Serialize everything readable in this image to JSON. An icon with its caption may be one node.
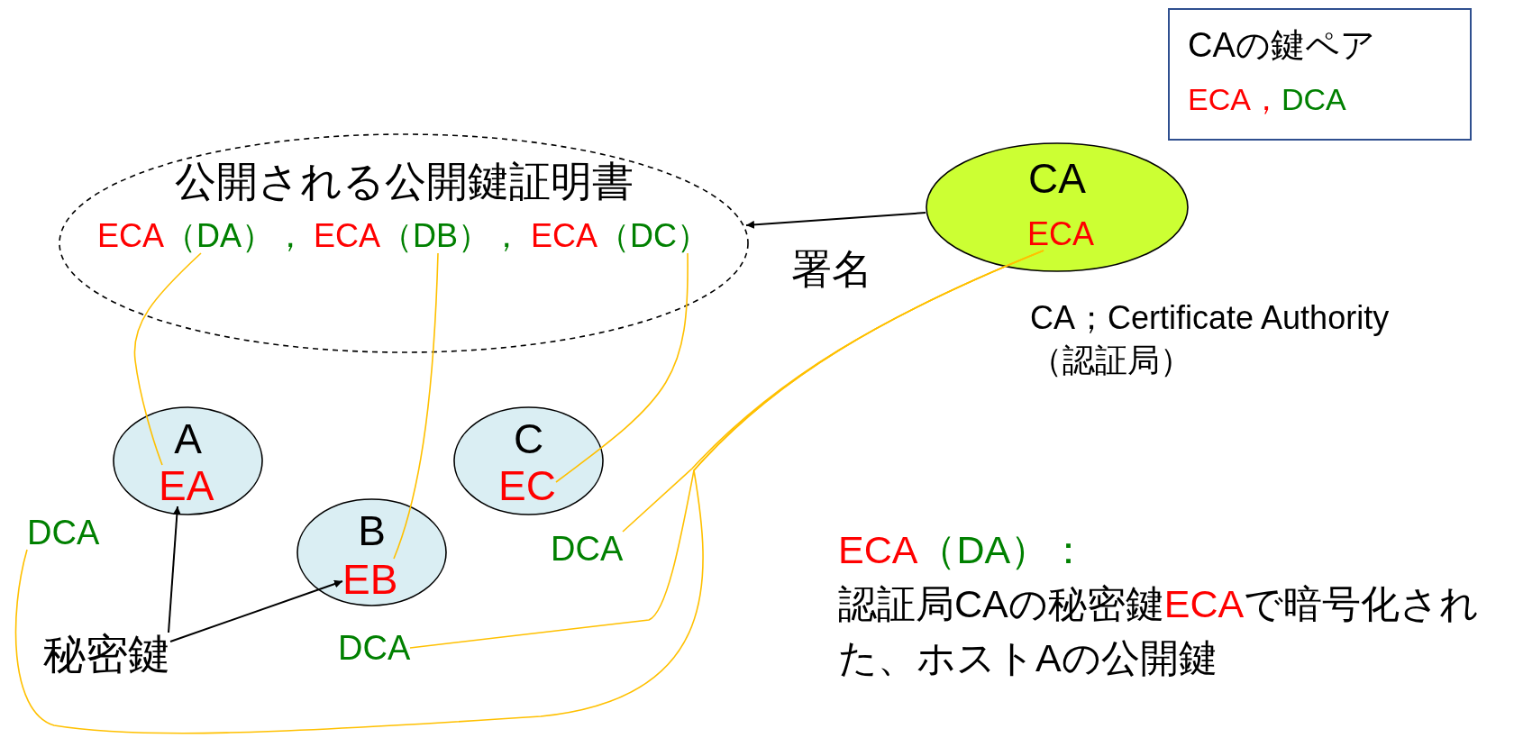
{
  "diagram": {
    "nodes": [
      {
        "text": [
          "公開される公開鍵証明書"
        ]
      },
      {
        "text": [
          "ECA",
          "（DA），"
        ],
        "in": 0
      },
      {
        "text": [
          "ECA",
          "（DB），"
        ],
        "in": 0
      },
      {
        "text": [
          "ECA",
          "（DC）"
        ],
        "in": 0
      },
      {
        "text": [
          "CA"
        ],
        "beside": [
          "CA；Certificate Authority （認証局）"
        ]
      },
      {
        "text": [
          "ECA"
        ],
        "in": 4
      },
      {
        "text": [
          "A"
        ]
      },
      {
        "text": [
          "EA"
        ],
        "in": 6
      },
      {
        "text": [
          "B"
        ]
      },
      {
        "text": [
          "EB"
        ],
        "in": 8
      },
      {
        "text": [
          "C"
        ]
      },
      {
        "text": [
          "EC"
        ],
        "in": 10
      },
      {
        "text": [
          "秘密鍵"
        ]
      },
      {
        "text": [
          "DCA"
        ]
      },
      {
        "text": [
          "DCA"
        ]
      },
      {
        "text": [
          "DCA"
        ]
      },
      {
        "text": [
          "CAの鍵ペア",
          "ECA，",
          "DCA"
        ]
      }
    ],
    "edges": [
      {
        "from": 4,
        "to": 0,
        "arrow": "to",
        "label": "署名",
        "color": "#000000"
      },
      {
        "from": 1,
        "to": 7,
        "arrow": "none"
      },
      {
        "from": 2,
        "to": 9,
        "arrow": "none"
      },
      {
        "from": 3,
        "to": 11,
        "arrow": "none"
      },
      {
        "from": 5,
        "to": 14,
        "arrow": "none"
      },
      {
        "from": 5,
        "to": 15,
        "arrow": "none"
      },
      {
        "from": 5,
        "to": 13,
        "arrow": "none"
      },
      {
        "from": 12,
        "to": 7,
        "arrow": "to",
        "color": "#000000"
      },
      {
        "from": 12,
        "to": 9,
        "arrow": "to",
        "color": "#000000"
      }
    ],
    "labels": [
      "ECA",
      "（DA）：",
      "認証局CAの秘密鍵",
      "ECA",
      "で暗号化された、ホストAの公開鍵"
    ]
  }
}
